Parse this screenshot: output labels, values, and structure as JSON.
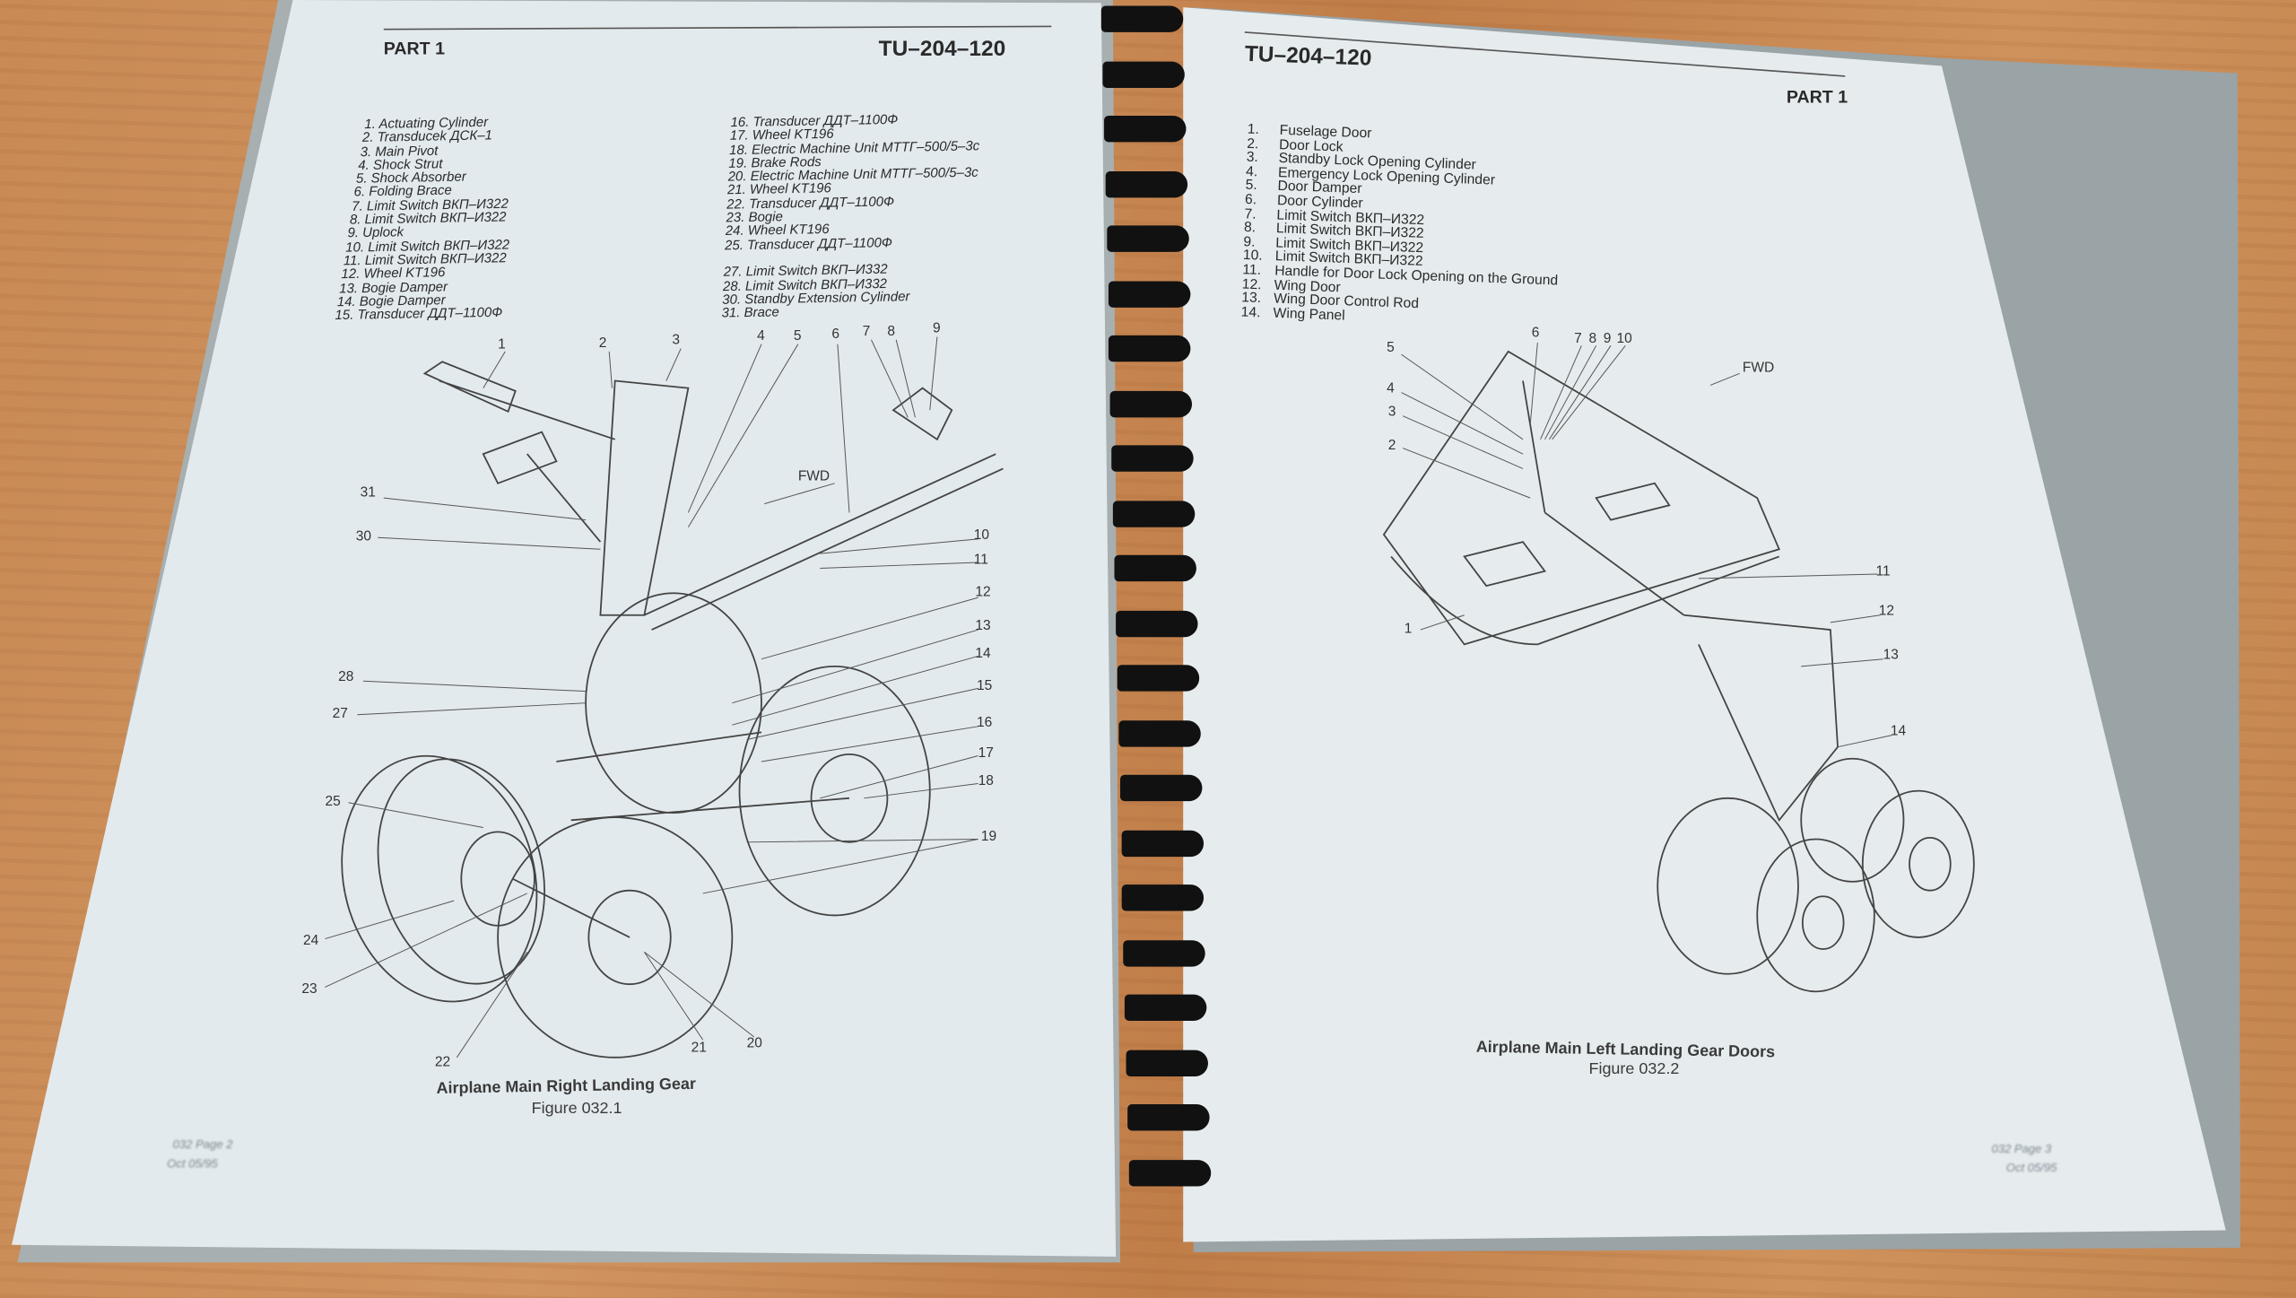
{
  "left_page": {
    "header_part": "PART 1",
    "header_title": "TU–204–120",
    "legend_col1": [
      "1. Actuating Cylinder",
      "2. Transducek ДСК–1",
      "3. Main Pivot",
      "4. Shock Strut",
      "5. Shock Absorber",
      "6. Folding Brace",
      "7. Limit Switch ВКП–И322",
      "8. Limit Switch ВКП–И322",
      "9. Uplock",
      "10. Limit Switch ВКП–И322",
      "11. Limit Switch ВКП–И322",
      "12. Wheel KT196",
      "13. Bogie Damper",
      "14. Bogie Damper",
      "15. Transducer ДДТ–1100Ф"
    ],
    "legend_col2": [
      "16. Transducer ДДТ–1100Ф",
      "17. Wheel KT196",
      "18. Electric Machine Unit МТТГ–500/5–3с",
      "19. Brake Rods",
      "20. Electric Machine Unit МТТГ–500/5–3с",
      "21. Wheel KT196",
      "22. Transducer ДДТ–1100Ф",
      "23. Bogie",
      "24. Wheel KT196",
      "25. Transducer ДДТ–1100Ф",
      "",
      "27. Limit Switch ВКП–И332",
      "28. Limit Switch ВКП–И332",
      "30. Standby Extension Cylinder",
      "31. Brace"
    ],
    "callouts": [
      "1",
      "2",
      "3",
      "4",
      "5",
      "6",
      "7",
      "8",
      "9",
      "31",
      "30",
      "10",
      "11",
      "12",
      "13",
      "14",
      "15",
      "16",
      "17",
      "18",
      "19",
      "28",
      "27",
      "25",
      "24",
      "23",
      "22",
      "21",
      "20"
    ],
    "fwd": "FWD",
    "caption": "Airplane Main Right Landing Gear",
    "figure": "Figure 032.1",
    "footer_page": "032 Page 2",
    "footer_date": "Oct 05/95"
  },
  "right_page": {
    "header_title": "TU–204–120",
    "header_part": "PART 1",
    "legend": [
      {
        "n": "1.",
        "label": "Fuselage Door"
      },
      {
        "n": "2.",
        "label": "Door Lock"
      },
      {
        "n": "3.",
        "label": "Standby Lock Opening Cylinder"
      },
      {
        "n": "4.",
        "label": "Emergency Lock Opening Cylinder"
      },
      {
        "n": "5.",
        "label": "Door Damper"
      },
      {
        "n": "6.",
        "label": "Door Cylinder"
      },
      {
        "n": "7.",
        "label": "Limit Switch ВКП–И322"
      },
      {
        "n": "8.",
        "label": "Limit Switch ВКП–И322"
      },
      {
        "n": "9.",
        "label": "Limit Switch ВКП–И322"
      },
      {
        "n": "10.",
        "label": "Limit Switch ВКП–И322"
      },
      {
        "n": "11.",
        "label": "Handle for Door Lock Opening on the Ground"
      },
      {
        "n": "12.",
        "label": "Wing Door"
      },
      {
        "n": "13.",
        "label": "Wing Door Control Rod"
      },
      {
        "n": "14.",
        "label": "Wing Panel"
      }
    ],
    "callouts": [
      "6",
      "7",
      "8",
      "9",
      "10",
      "5",
      "4",
      "3",
      "2",
      "1",
      "11",
      "12",
      "13",
      "14"
    ],
    "fwd": "FWD",
    "caption": "Airplane Main Left Landing Gear Doors",
    "figure": "Figure 032.2",
    "footer_page": "032 Page 3",
    "footer_date": "Oct 05/95"
  },
  "colors": {
    "paper": "#e4ebee",
    "wood": "#c98a55",
    "rings": "#111111"
  }
}
